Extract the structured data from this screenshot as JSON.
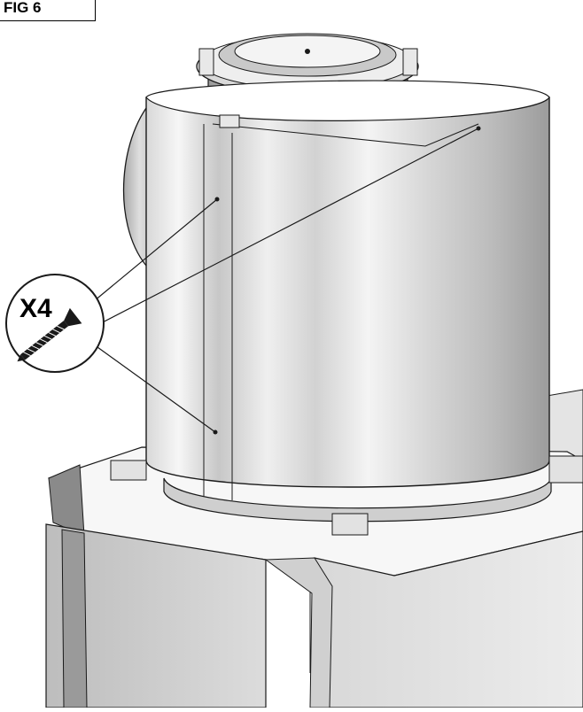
{
  "figure": {
    "label": "FIG 6"
  },
  "callout": {
    "quantity": "X4",
    "part_icon": "screw-icon",
    "screw_points": 4
  },
  "colors": {
    "outline": "#1a1a1a",
    "metal_light": "#f2f2f2",
    "metal_mid": "#c8c8c8",
    "metal_dark": "#8a8a8a"
  }
}
